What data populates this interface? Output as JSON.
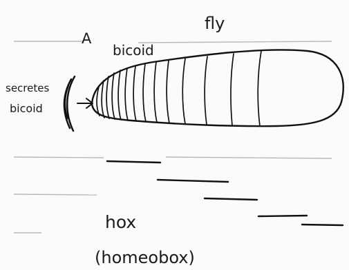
{
  "labels": {
    "organism": "fly",
    "panel": "A",
    "gradient": "bicoid",
    "source_line1": "secretes",
    "source_line2": "bicoid",
    "genes": "hox",
    "genes_note": "(homeobox)"
  },
  "embryo": {
    "segment_count": 14
  },
  "colors": {
    "ink": "#111111",
    "paper": "#fbfbfa",
    "faint_lines": "#b8b8b8"
  }
}
